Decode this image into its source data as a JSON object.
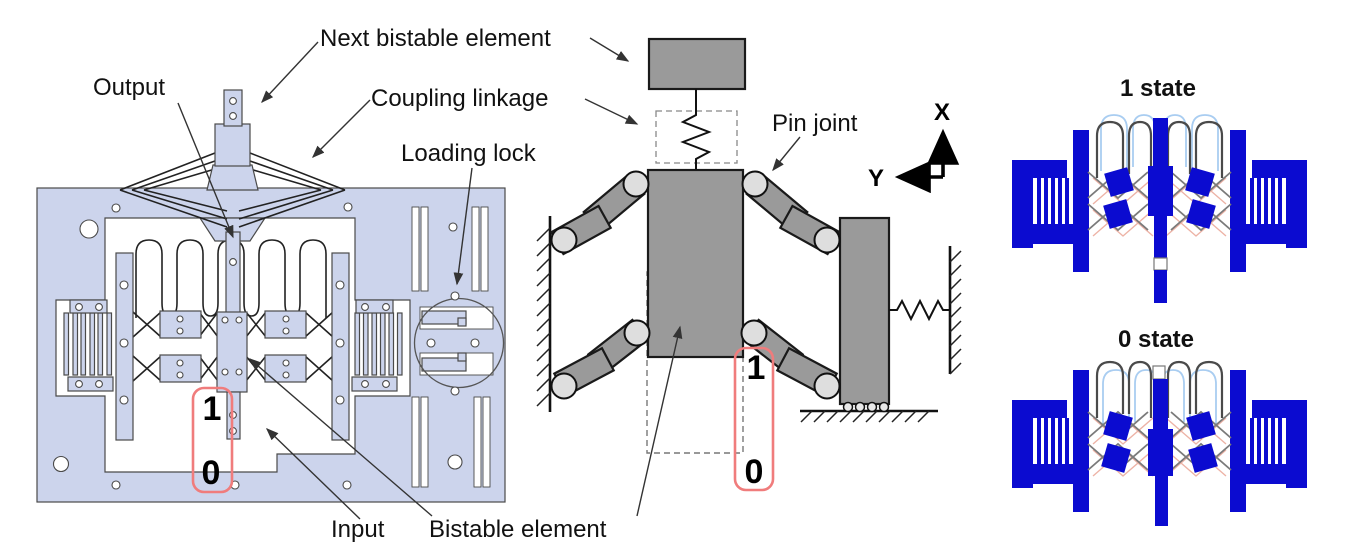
{
  "figure": {
    "panels": {
      "layout": {
        "labels": {
          "output": "Output",
          "next_bistable_element": "Next bistable element",
          "coupling_linkage": "Coupling linkage",
          "loading_lock": "Loading lock",
          "input": "Input",
          "bistable_element": "Bistable element"
        },
        "state_box": {
          "one": "1",
          "zero": "0"
        }
      },
      "schematic": {
        "labels": {
          "pin_joint": "Pin joint"
        },
        "axes": {
          "x": "X",
          "y": "Y"
        },
        "state_box": {
          "one": "1",
          "zero": "0"
        }
      },
      "micrographs": {
        "one_title": "1 state",
        "zero_title": "0 state"
      }
    },
    "colors": {
      "layout_fill": "#ccd4ec",
      "layout_stroke": "#4a4a4a",
      "schematic_gray": "#9a9a9a",
      "pin_fill": "#dedede",
      "state_blue": "#0b0bd0",
      "ghost_blue": "#a9cdf1",
      "ghost_pink": "#edb3a6",
      "marker_red": "#f07c7c"
    }
  }
}
